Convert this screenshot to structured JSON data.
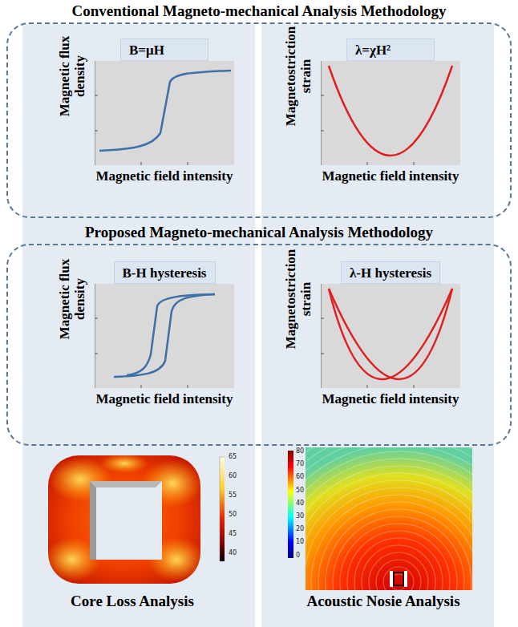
{
  "diagram": {
    "nodes": [
      {
        "text": [
          "Conventional Magneto-mechanical Analysis Methodology"
        ]
      },
      {
        "text": [
          "B=μH",
          "Magnetic flux density",
          "Magnetic field intensity"
        ],
        "in": 0
      },
      {
        "text": [
          "λ=χH²",
          "Magnetostriction strain",
          "Magnetic field intensity"
        ],
        "in": 0
      },
      {
        "text": [
          "Proposed Magneto-mechanical Analysis Methodology"
        ]
      },
      {
        "text": [
          "B-H hysteresis",
          "Magnetic flux density",
          "Magnetic field intensity"
        ],
        "in": 3
      },
      {
        "text": [
          "λ-H hysteresis",
          "Magnetostriction strain",
          "Magnetic field intensity"
        ],
        "in": 3
      }
    ],
    "labels": [
      "65",
      "60",
      "55",
      "50",
      "45",
      "40",
      "80",
      "70",
      "60",
      "50",
      "40",
      "30",
      "20",
      "10",
      "0",
      "Core Loss Analysis",
      "Acoustic Nosie Analysis"
    ]
  }
}
